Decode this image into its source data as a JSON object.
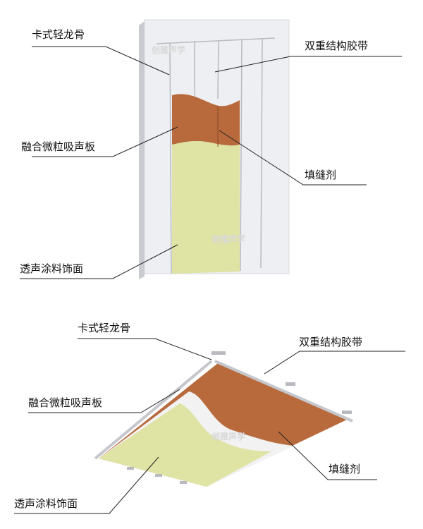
{
  "watermark": "创雅声学",
  "wall_diagram": {
    "labels": {
      "keel": "卡式轻龙骨",
      "tape": "双重结构胶带",
      "board": "融合微粒吸声板",
      "filler": "填缝剂",
      "coating": "透声涂料饰面"
    }
  },
  "ceiling_diagram": {
    "labels": {
      "keel": "卡式轻龙骨",
      "tape": "双重结构胶带",
      "board": "融合微粒吸声板",
      "filler": "填缝剂",
      "coating": "透声涂料饰面"
    }
  },
  "colors": {
    "board": "#b86a3c",
    "coating": "#dfe3a4",
    "panel": "#eeeff2"
  }
}
